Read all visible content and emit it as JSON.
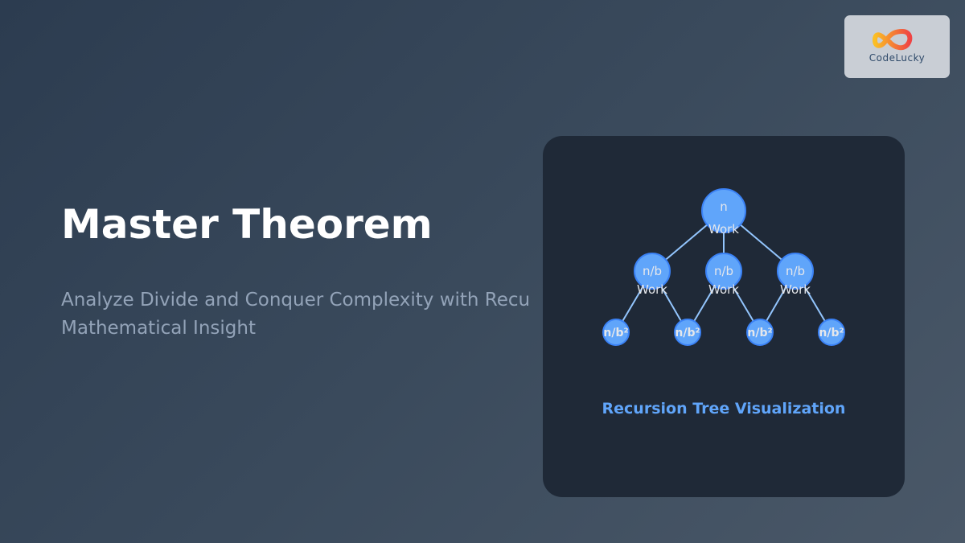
{
  "hero": {
    "title": "Master Theorem",
    "subtitle_line1": "Analyze Divide and Conquer Complexity with Recu",
    "subtitle_line2": "Mathematical Insight"
  },
  "logo": {
    "text": "CodeLucky"
  },
  "diagram": {
    "caption": "Recursion Tree Visualization",
    "colors": {
      "node": "#60a5fa",
      "node_border": "#3b82f6",
      "edge": "#93c5fd",
      "caption": "#60a5fa"
    },
    "levels": [
      [
        {
          "label": "n",
          "sub": "Work"
        }
      ],
      [
        {
          "label": "n/b",
          "sub": "Work"
        },
        {
          "label": "n/b",
          "sub": "Work"
        },
        {
          "label": "n/b",
          "sub": "Work"
        }
      ],
      [
        {
          "label": "n/b²"
        },
        {
          "label": "n/b²"
        },
        {
          "label": "n/b²"
        },
        {
          "label": "n/b²"
        }
      ]
    ]
  }
}
